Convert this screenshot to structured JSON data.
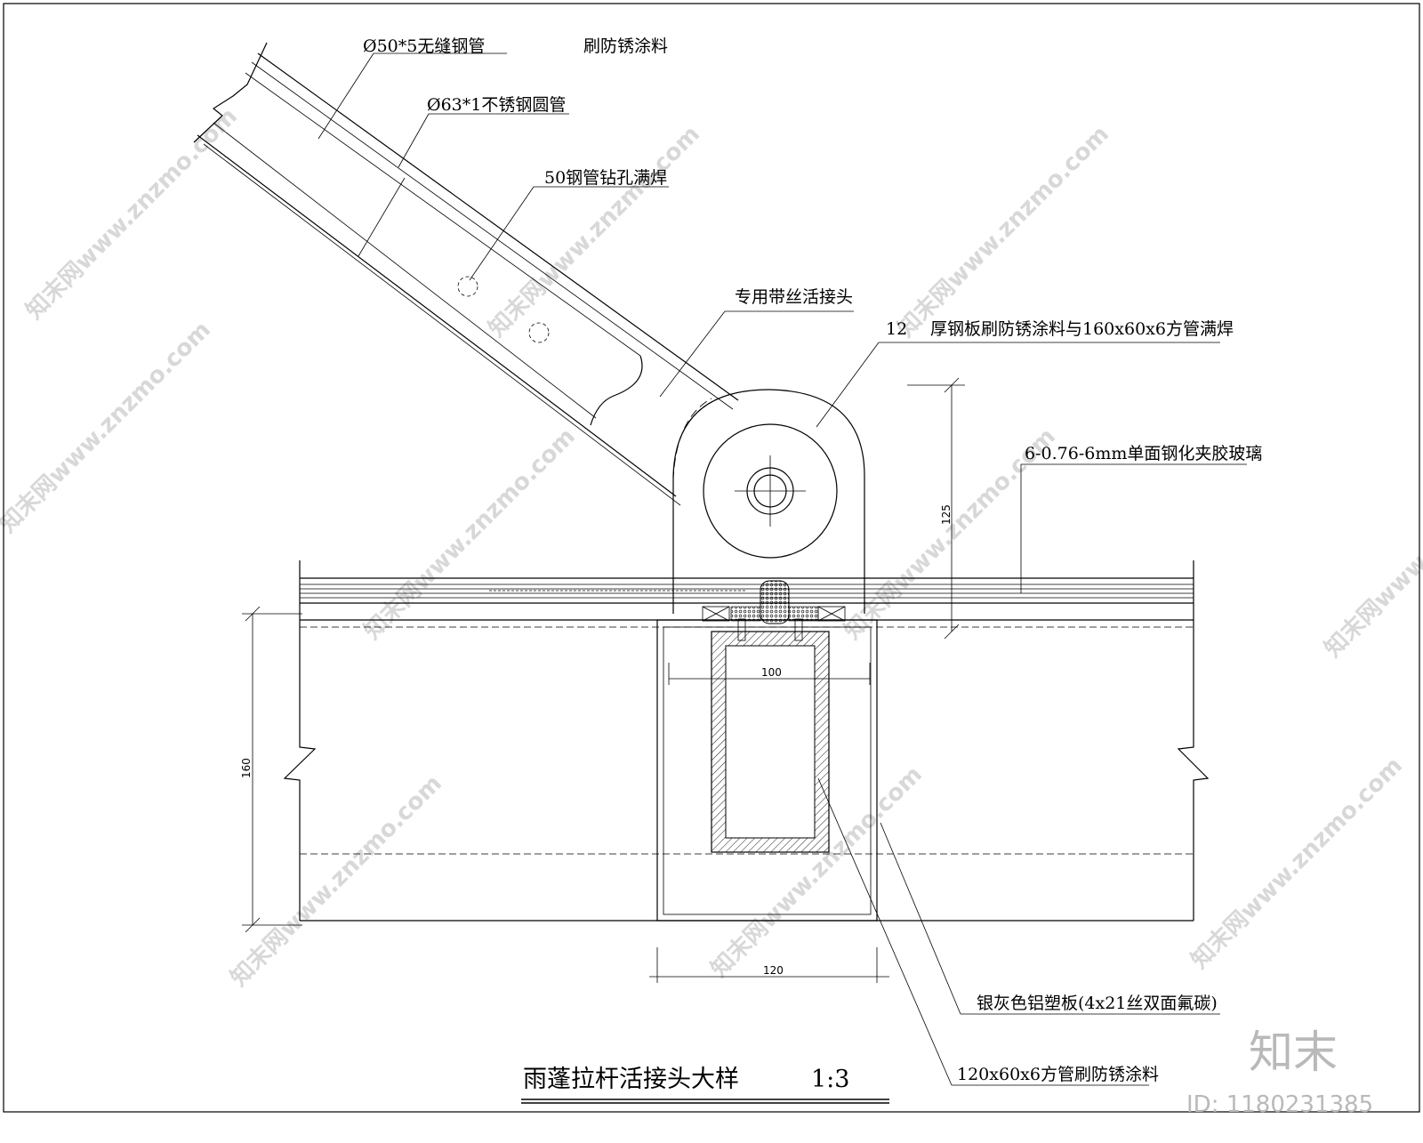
{
  "drawing": {
    "title": "雨蓬拉杆活接头大样",
    "scale": "1:3",
    "labels": {
      "pipe_steel": "Ø50*5无缝钢管",
      "coating": "刷防锈涂料",
      "pipe_stainless": "Ø63*1不锈钢圆管",
      "drill_weld": "50钢管钻孔满焊",
      "joint": "专用带丝活接头",
      "plate_num": "12",
      "plate": "厚钢板刷防锈涂料与160x60x6方管满焊",
      "glass": "6-0.76-6mm单面钢化夹胶玻璃",
      "cladding": "银灰色铝塑板(4x21丝双面氟碳)",
      "tube": "120x60x6方管刷防锈涂料"
    },
    "dimensions": {
      "d125": "125",
      "d160": "160",
      "d100": "100",
      "d120": "120"
    }
  },
  "watermark": {
    "text": "知末网www.znzmo.com",
    "brand": "知末",
    "id": "ID: 1180231385"
  }
}
